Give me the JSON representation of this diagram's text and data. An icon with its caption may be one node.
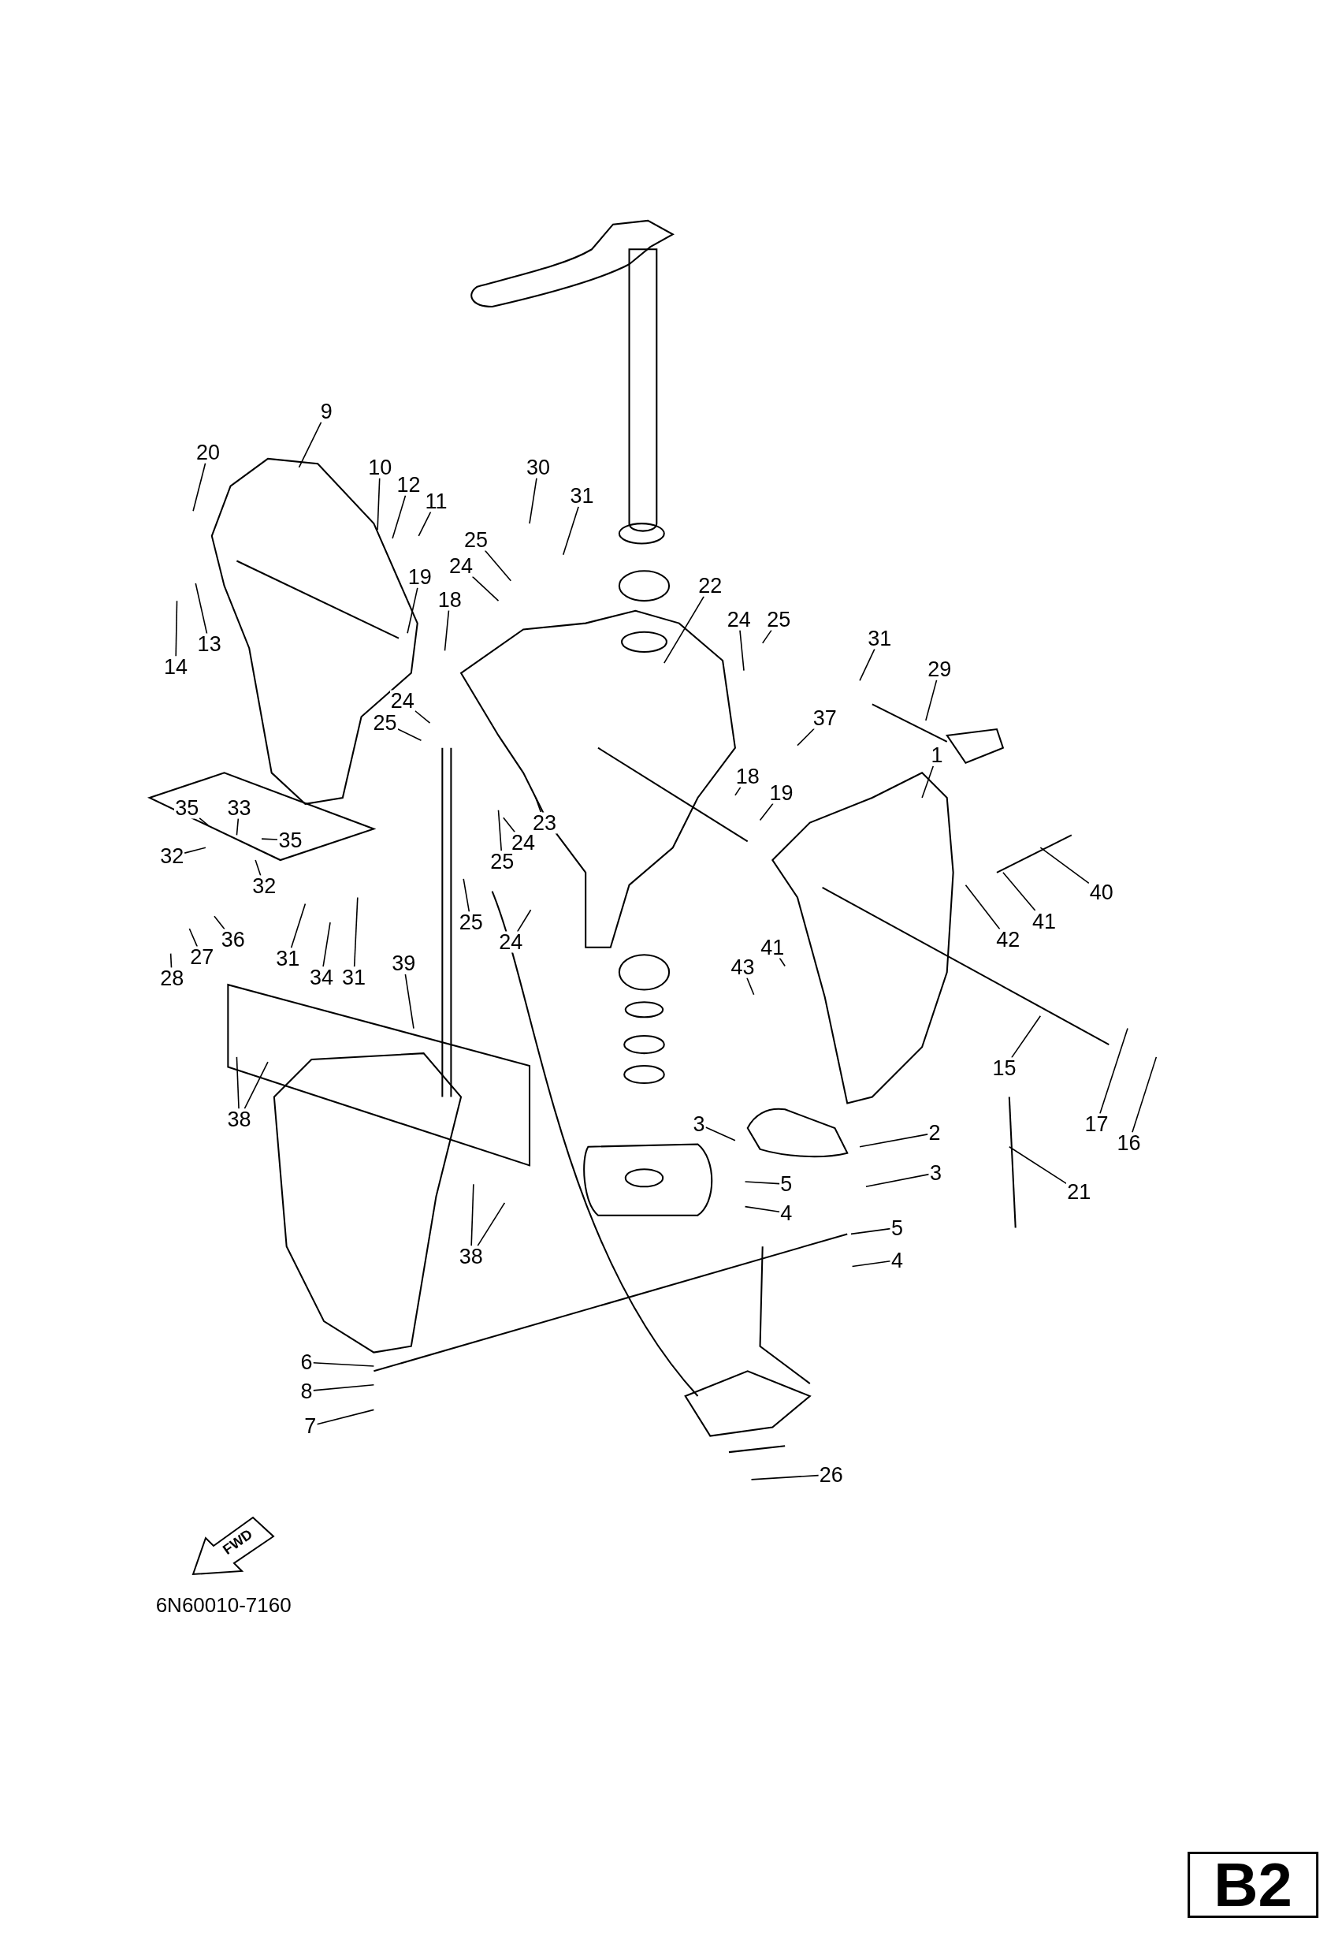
{
  "diagram": {
    "nodes": [
      {
        "text": [
          "9"
        ]
      },
      {
        "text": [
          "20"
        ]
      },
      {
        "text": [
          "10"
        ]
      },
      {
        "text": [
          "12"
        ]
      },
      {
        "text": [
          "11"
        ]
      },
      {
        "text": [
          "30"
        ]
      },
      {
        "text": [
          "31"
        ]
      },
      {
        "text": [
          "25"
        ]
      },
      {
        "text": [
          "24"
        ]
      },
      {
        "text": [
          "14"
        ]
      },
      {
        "text": [
          "13"
        ]
      },
      {
        "text": [
          "19"
        ]
      },
      {
        "text": [
          "18"
        ]
      },
      {
        "text": [
          "22"
        ]
      },
      {
        "text": [
          "24"
        ]
      },
      {
        "text": [
          "25"
        ]
      },
      {
        "text": [
          "31"
        ]
      },
      {
        "text": [
          "29"
        ]
      },
      {
        "text": [
          "24"
        ]
      },
      {
        "text": [
          "25"
        ]
      },
      {
        "text": [
          "37"
        ]
      },
      {
        "text": [
          "1"
        ]
      },
      {
        "text": [
          "18"
        ]
      },
      {
        "text": [
          "19"
        ]
      },
      {
        "text": [
          "35"
        ]
      },
      {
        "text": [
          "33"
        ]
      },
      {
        "text": [
          "35"
        ]
      },
      {
        "text": [
          "32"
        ]
      },
      {
        "text": [
          "23"
        ]
      },
      {
        "text": [
          "24"
        ]
      },
      {
        "text": [
          "25"
        ]
      },
      {
        "text": [
          "40"
        ]
      },
      {
        "text": [
          "32"
        ]
      },
      {
        "text": [
          "36"
        ]
      },
      {
        "text": [
          "25"
        ]
      },
      {
        "text": [
          "24"
        ]
      },
      {
        "text": [
          "41"
        ]
      },
      {
        "text": [
          "42"
        ]
      },
      {
        "text": [
          "27"
        ]
      },
      {
        "text": [
          "28"
        ]
      },
      {
        "text": [
          "31"
        ]
      },
      {
        "text": [
          "34"
        ]
      },
      {
        "text": [
          "31"
        ]
      },
      {
        "text": [
          "39"
        ]
      },
      {
        "text": [
          "41"
        ]
      },
      {
        "text": [
          "43"
        ]
      },
      {
        "text": [
          "15"
        ]
      },
      {
        "text": [
          "38"
        ]
      },
      {
        "text": [
          "17"
        ]
      },
      {
        "text": [
          "16"
        ]
      },
      {
        "text": [
          "3"
        ]
      },
      {
        "text": [
          "2"
        ]
      },
      {
        "text": [
          "5"
        ]
      },
      {
        "text": [
          "3"
        ]
      },
      {
        "text": [
          "21"
        ]
      },
      {
        "text": [
          "4"
        ]
      },
      {
        "text": [
          "38"
        ]
      },
      {
        "text": [
          "5"
        ]
      },
      {
        "text": [
          "4"
        ]
      },
      {
        "text": [
          "6"
        ]
      },
      {
        "text": [
          "8"
        ]
      },
      {
        "text": [
          "7"
        ]
      },
      {
        "text": [
          "26"
        ]
      },
      {
        "text": [
          "FWD"
        ]
      },
      {
        "text": [
          "B2"
        ]
      }
    ],
    "edges": [
      {
        "from": 0,
        "to": null,
        "arrow": "none"
      },
      {
        "from": 1,
        "to": null,
        "arrow": "none"
      },
      {
        "from": 2,
        "to": null,
        "arrow": "none"
      },
      {
        "from": 3,
        "to": null,
        "arrow": "none"
      },
      {
        "from": 4,
        "to": null,
        "arrow": "none"
      },
      {
        "from": 5,
        "to": null,
        "arrow": "none"
      },
      {
        "from": 6,
        "to": null,
        "arrow": "none"
      },
      {
        "from": 7,
        "to": null,
        "arrow": "none"
      },
      {
        "from": 8,
        "to": null,
        "arrow": "none"
      },
      {
        "from": 9,
        "to": null,
        "arrow": "none"
      },
      {
        "from": 10,
        "to": null,
        "arrow": "none"
      },
      {
        "from": 11,
        "to": null,
        "arrow": "none"
      },
      {
        "from": 12,
        "to": null,
        "arrow": "none"
      },
      {
        "from": 13,
        "to": null,
        "arrow": "none"
      },
      {
        "from": 14,
        "to": null,
        "arrow": "none"
      },
      {
        "from": 15,
        "to": null,
        "arrow": "none"
      },
      {
        "from": 16,
        "to": null,
        "arrow": "none"
      },
      {
        "from": 17,
        "to": null,
        "arrow": "none"
      },
      {
        "from": 18,
        "to": null,
        "arrow": "none"
      },
      {
        "from": 19,
        "to": null,
        "arrow": "none"
      },
      {
        "from": 20,
        "to": null,
        "arrow": "none"
      },
      {
        "from": 21,
        "to": null,
        "arrow": "none"
      },
      {
        "from": 22,
        "to": null,
        "arrow": "none"
      },
      {
        "from": 23,
        "to": null,
        "arrow": "none"
      },
      {
        "from": 24,
        "to": null,
        "arrow": "none"
      },
      {
        "from": 25,
        "to": null,
        "arrow": "none"
      },
      {
        "from": 26,
        "to": null,
        "arrow": "none"
      },
      {
        "from": 27,
        "to": null,
        "arrow": "none"
      },
      {
        "from": 28,
        "to": null,
        "arrow": "none"
      },
      {
        "from": 29,
        "to": null,
        "arrow": "none"
      },
      {
        "from": 30,
        "to": null,
        "arrow": "none"
      },
      {
        "from": 31,
        "to": null,
        "arrow": "none"
      },
      {
        "from": 32,
        "to": null,
        "arrow": "none"
      },
      {
        "from": 33,
        "to": null,
        "arrow": "none"
      },
      {
        "from": 34,
        "to": null,
        "arrow": "none"
      },
      {
        "from": 35,
        "to": null,
        "arrow": "none"
      },
      {
        "from": 36,
        "to": null,
        "arrow": "none"
      },
      {
        "from": 37,
        "to": null,
        "arrow": "none"
      },
      {
        "from": 38,
        "to": null,
        "arrow": "none"
      },
      {
        "from": 39,
        "to": null,
        "arrow": "none"
      },
      {
        "from": 40,
        "to": null,
        "arrow": "none"
      },
      {
        "from": 41,
        "to": null,
        "arrow": "none"
      },
      {
        "from": 42,
        "to": null,
        "arrow": "none"
      },
      {
        "from": 43,
        "to": null,
        "arrow": "none"
      },
      {
        "from": 44,
        "to": null,
        "arrow": "none"
      },
      {
        "from": 45,
        "to": null,
        "arrow": "none"
      },
      {
        "from": 46,
        "to": null,
        "arrow": "none"
      },
      {
        "from": 47,
        "to": null,
        "arrow": "none"
      },
      {
        "from": 48,
        "to": null,
        "arrow": "none"
      },
      {
        "from": 49,
        "to": null,
        "arrow": "none"
      },
      {
        "from": 50,
        "to": null,
        "arrow": "none"
      },
      {
        "from": 51,
        "to": null,
        "arrow": "none"
      },
      {
        "from": 52,
        "to": null,
        "arrow": "none"
      },
      {
        "from": 53,
        "to": null,
        "arrow": "none"
      },
      {
        "from": 54,
        "to": null,
        "arrow": "none"
      },
      {
        "from": 55,
        "to": null,
        "arrow": "none"
      },
      {
        "from": 56,
        "to": null,
        "arrow": "none"
      },
      {
        "from": 57,
        "to": null,
        "arrow": "none"
      },
      {
        "from": 58,
        "to": null,
        "arrow": "none"
      },
      {
        "from": 59,
        "to": null,
        "arrow": "none"
      },
      {
        "from": 60,
        "to": null,
        "arrow": "none"
      },
      {
        "from": 61,
        "to": null,
        "arrow": "none"
      },
      {
        "from": 62,
        "to": null,
        "arrow": "none"
      },
      {
        "from": 47,
        "to": null,
        "arrow": "none"
      },
      {
        "from": 56,
        "to": null,
        "arrow": "none"
      }
    ],
    "labels": [
      "6N60010-7160"
    ]
  }
}
